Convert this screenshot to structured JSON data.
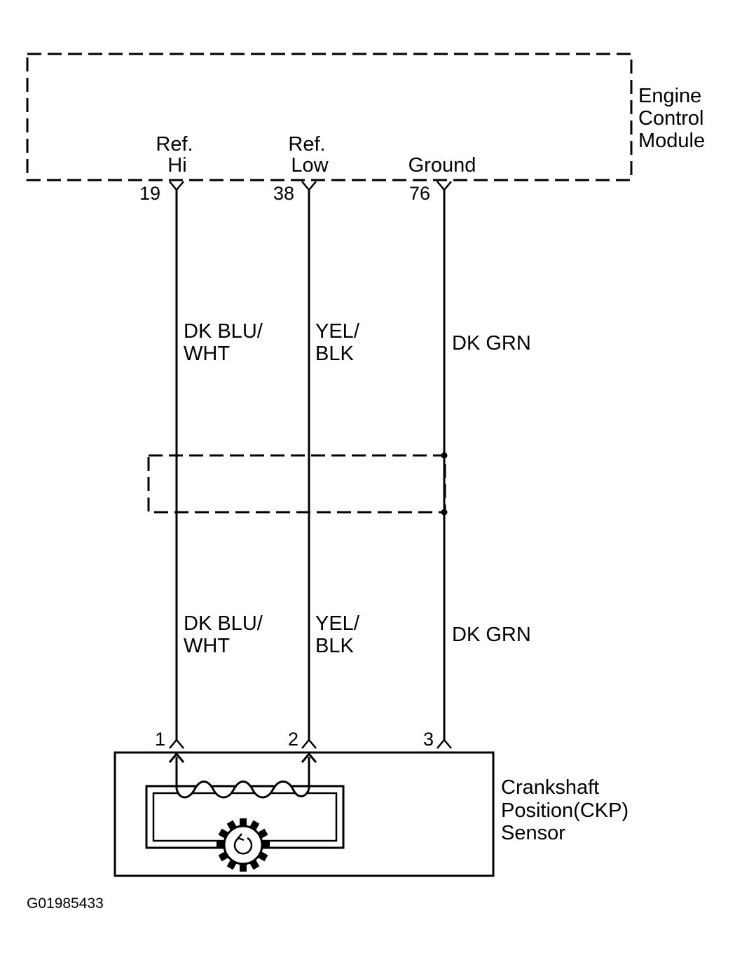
{
  "ecm": {
    "name_lines": [
      "Engine",
      "Control",
      "Module"
    ],
    "pins": [
      {
        "number": "19",
        "label_lines": [
          "Ref.",
          "Hi"
        ]
      },
      {
        "number": "38",
        "label_lines": [
          "Ref.",
          "Low"
        ]
      },
      {
        "number": "76",
        "label_lines": [
          "Ground"
        ]
      }
    ]
  },
  "wires": {
    "upper": [
      {
        "lines": [
          "DK BLU/",
          "WHT"
        ]
      },
      {
        "lines": [
          "YEL/",
          "BLK"
        ]
      },
      {
        "lines": [
          "DK GRN"
        ]
      }
    ],
    "lower": [
      {
        "lines": [
          "DK BLU/",
          "WHT"
        ]
      },
      {
        "lines": [
          "YEL/",
          "BLK"
        ]
      },
      {
        "lines": [
          "DK GRN"
        ]
      }
    ]
  },
  "sensor": {
    "name_lines": [
      "Crankshaft",
      "Position(CKP)",
      "Sensor"
    ],
    "pins": [
      "1",
      "2",
      "3"
    ]
  },
  "figure_id": "G01985433"
}
